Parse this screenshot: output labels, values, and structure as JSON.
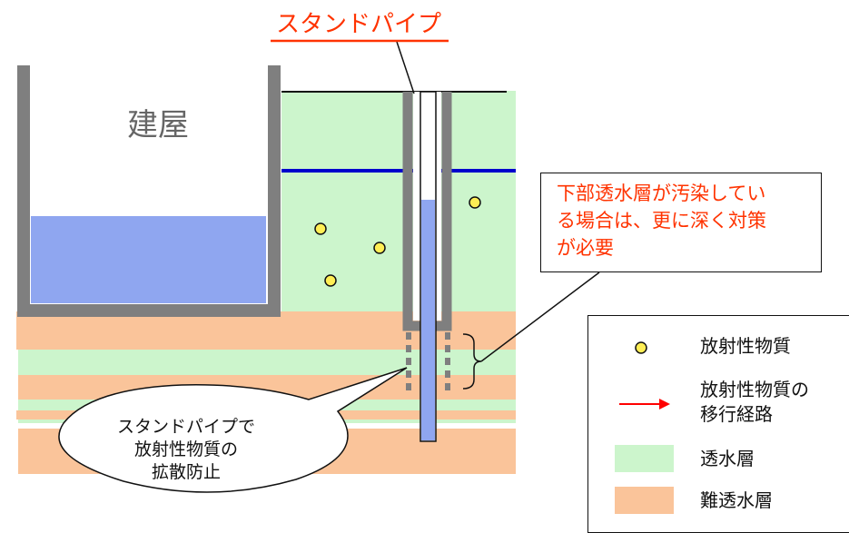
{
  "labels": {
    "standpipe": "スタンドパイプ",
    "building": "建屋"
  },
  "callout": {
    "text": "下部透水層が汚染してい\nる場合は、更に深く対策\nが必要"
  },
  "bubble": {
    "text": "スタンドパイプで\n放射性物質の\n拡散防止"
  },
  "legend": {
    "radioactive": "放射性物質",
    "migration": "放射性物質の\n移行経路",
    "permeable": "透水層",
    "impermeable": "難透水層"
  },
  "colors": {
    "permeable_layer": "#ccf5cc",
    "impermeable_layer": "#fac49a",
    "water": "#8fa6f0",
    "wall": "#7f7f7f",
    "water_table": "#0000cc",
    "particle_fill": "#ffee55",
    "accent_red": "#ff3300"
  }
}
